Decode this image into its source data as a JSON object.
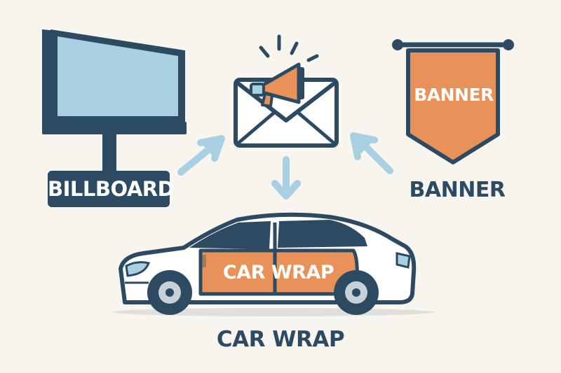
{
  "labels": {
    "billboard": "BILLBOARD",
    "banner_inner": "BANNER",
    "banner_caption": "BANNER",
    "car_wrap_inner": "CAR WRAP",
    "car_wrap_caption": "CAR WRAP"
  },
  "icons": {
    "hub": "envelope-megaphone-icon",
    "billboard": "billboard-icon",
    "banner": "hanging-banner-icon",
    "car": "car-icon"
  },
  "colors": {
    "navy": "#2d4a63",
    "orange": "#e8925a",
    "sky_blue": "#a9cfe3",
    "arrow_blue": "#a9cfe3",
    "background": "#f8f5ef"
  }
}
